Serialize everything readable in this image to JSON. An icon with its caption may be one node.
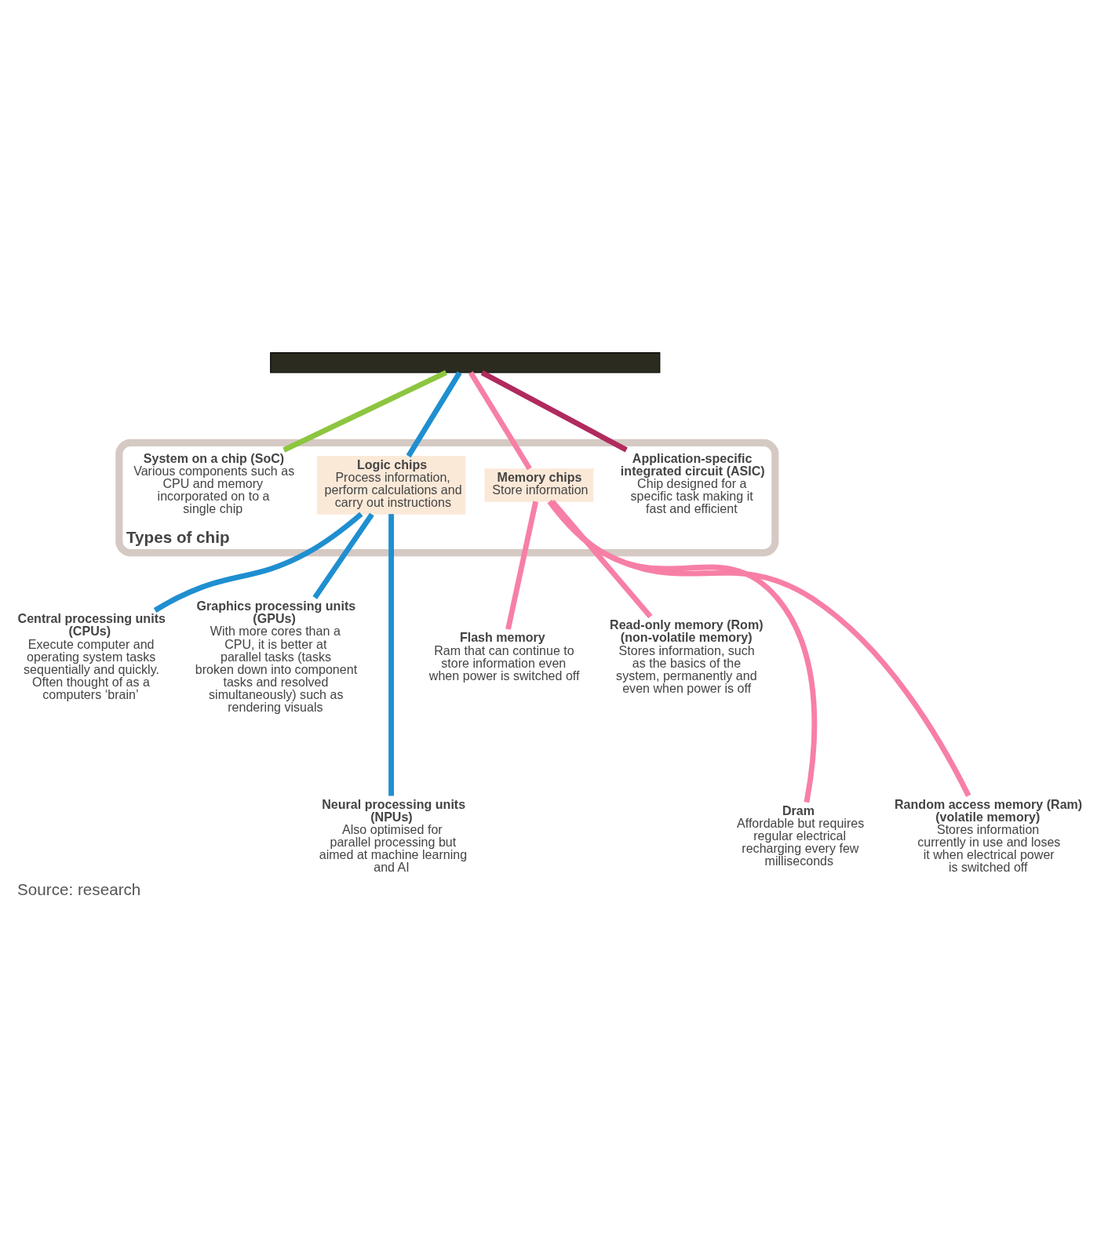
{
  "diagram": {
    "caption": "Source: research",
    "nodes": [
      {
        "text": [],
        "shape": "bar"
      },
      {
        "text": [
          "Types of chip"
        ]
      },
      {
        "text": [
          "Application-specific integrated circuit (ASIC)",
          "Chip designed for a specific task making it fast and efficient"
        ],
        "in": 1
      },
      {
        "text": [
          "Logic chips",
          "Process information, perform calculations and carry out instructions"
        ],
        "in": 1
      },
      {
        "text": [
          "Memory chips",
          "Store information"
        ],
        "in": 1
      },
      {
        "text": [
          "System on a chip (SoC)",
          "Various components such as CPU and memory incorporated on to a single chip"
        ],
        "in": 1
      },
      {
        "text": [
          "Central processing units (CPUs)",
          "Execute computer and operating system tasks sequentially and quickly. Often thought of as a computers ‘brain’"
        ]
      },
      {
        "text": [
          "Graphics processing units (GPUs)",
          "With more cores than a CPU, it is better at parallel tasks (tasks broken down into component tasks and resolved simultaneously) such as rendering visuals"
        ]
      },
      {
        "text": [
          "Flash memory",
          "Ram that can continue to store information even when power is switched off"
        ]
      },
      {
        "text": [
          "Read-only memory (Rom) (non-volatile memory)",
          "Stores information, such as the basics of the system, permanently and even when power is off"
        ]
      },
      {
        "text": [
          "Neural processing units (NPUs)",
          "Also optimised for parallel processing but aimed at machine learning and AI"
        ]
      },
      {
        "text": [
          "Dram",
          "Affordable but requires regular electrical recharging every few milliseconds"
        ]
      },
      {
        "text": [
          "Random access memory (Ram) (volatile memory)",
          "Stores information currently in use and loses it when electrical power is switched off"
        ]
      }
    ],
    "edges": [
      {
        "from": 0,
        "to": 2,
        "arrow": "none",
        "color": "#b02a5e"
      },
      {
        "from": 0,
        "to": 3,
        "arrow": "none",
        "color": "#1f8fd0"
      },
      {
        "from": 0,
        "to": 4,
        "arrow": "none",
        "color": "#f77fa6"
      },
      {
        "from": 0,
        "to": 5,
        "arrow": "none",
        "color": "#8dc540"
      },
      {
        "from": 3,
        "to": 6,
        "arrow": "none",
        "color": "#1f8fd0"
      },
      {
        "from": 3,
        "to": 10,
        "arrow": "none",
        "color": "#1f8fd0"
      },
      {
        "from": 3,
        "to": 7,
        "arrow": "none",
        "color": "#1f8fd0"
      },
      {
        "from": 4,
        "to": 8,
        "arrow": "none",
        "color": "#f77fa6"
      },
      {
        "from": 4,
        "to": 11,
        "arrow": "none",
        "color": "#f77fa6"
      },
      {
        "from": 4,
        "to": 9,
        "arrow": "none",
        "color": "#f77fa6"
      },
      {
        "from": 4,
        "to": 12,
        "arrow": "none",
        "color": "#f77fa6"
      }
    ]
  }
}
